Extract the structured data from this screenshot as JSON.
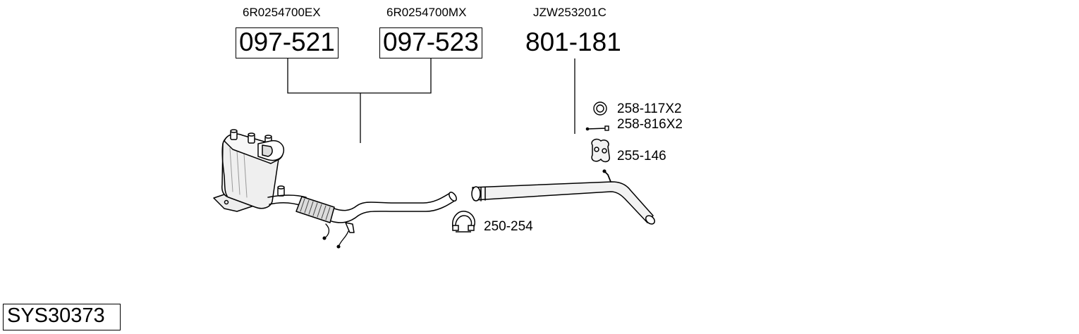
{
  "parts": [
    {
      "oe_number": "6R0254700EX",
      "part_number": "097-521"
    },
    {
      "oe_number": "6R0254700MX",
      "part_number": "097-523"
    },
    {
      "oe_number": "JZW253201C",
      "part_number": "801-181"
    }
  ],
  "accessories": {
    "gasket": "258-117X2",
    "bolt": "258-816X2",
    "rubber_mount": "255-146",
    "clamp": "250-254"
  },
  "system_number": "SYS30373",
  "icons": [
    "gasket-ring-icon",
    "bolt-icon",
    "rubber-mount-icon",
    "clamp-icon",
    "dpf-catalyst-drawing",
    "rear-pipe-drawing"
  ],
  "colors": {
    "line": "#000000",
    "background": "#ffffff",
    "part_fill": "#f2f2f2"
  }
}
